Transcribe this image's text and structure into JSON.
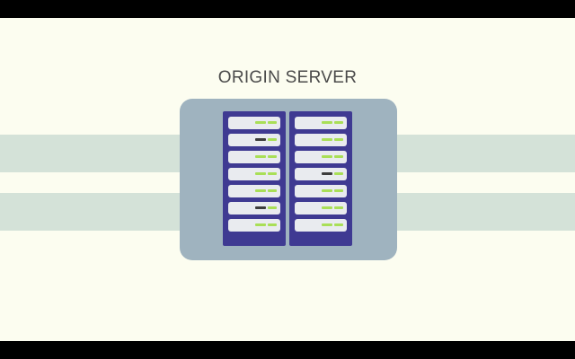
{
  "diagram": {
    "title": "ORIGIN SERVER"
  },
  "colors": {
    "background": "#fcfdf0",
    "band": "#d4e2d8",
    "server_box": "#9fb3bf",
    "rack": "#3f3a92",
    "unit": "#e9ebef",
    "led_green": "#a9df57",
    "led_dark": "#3d3d3d"
  },
  "racks": [
    {
      "name": "left",
      "units": [
        {
          "led": "green"
        },
        {
          "led": "dark"
        },
        {
          "led": "green"
        },
        {
          "led": "green"
        },
        {
          "led": "green"
        },
        {
          "led": "dark"
        },
        {
          "led": "green"
        }
      ]
    },
    {
      "name": "right",
      "units": [
        {
          "led": "green"
        },
        {
          "led": "green"
        },
        {
          "led": "green"
        },
        {
          "led": "dark"
        },
        {
          "led": "green"
        },
        {
          "led": "green"
        },
        {
          "led": "green"
        }
      ]
    }
  ]
}
